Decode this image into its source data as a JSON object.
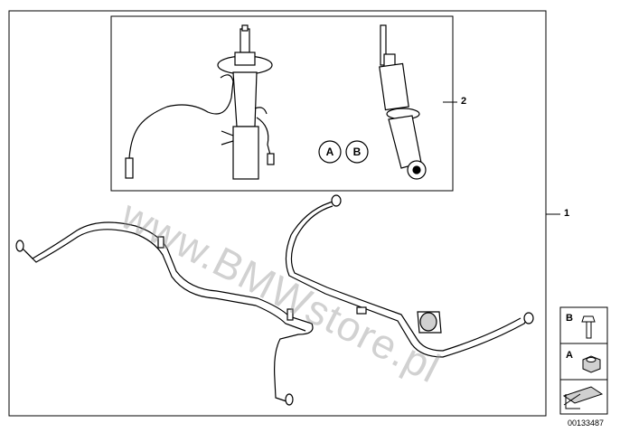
{
  "diagram": {
    "callouts": [
      {
        "id": "1",
        "text": "1"
      },
      {
        "id": "2",
        "text": "2"
      }
    ],
    "letters": {
      "a": "A",
      "b": "B"
    },
    "legend": [
      {
        "letter": "B",
        "part": "bolt"
      },
      {
        "letter": "A",
        "part": "hex-nut"
      }
    ],
    "diagram_id": "00133487",
    "watermark": "www.BMWstore.pl"
  },
  "colors": {
    "line": "#000000",
    "shade": "#d0d0d0",
    "watermark": "#9a9a9a"
  }
}
